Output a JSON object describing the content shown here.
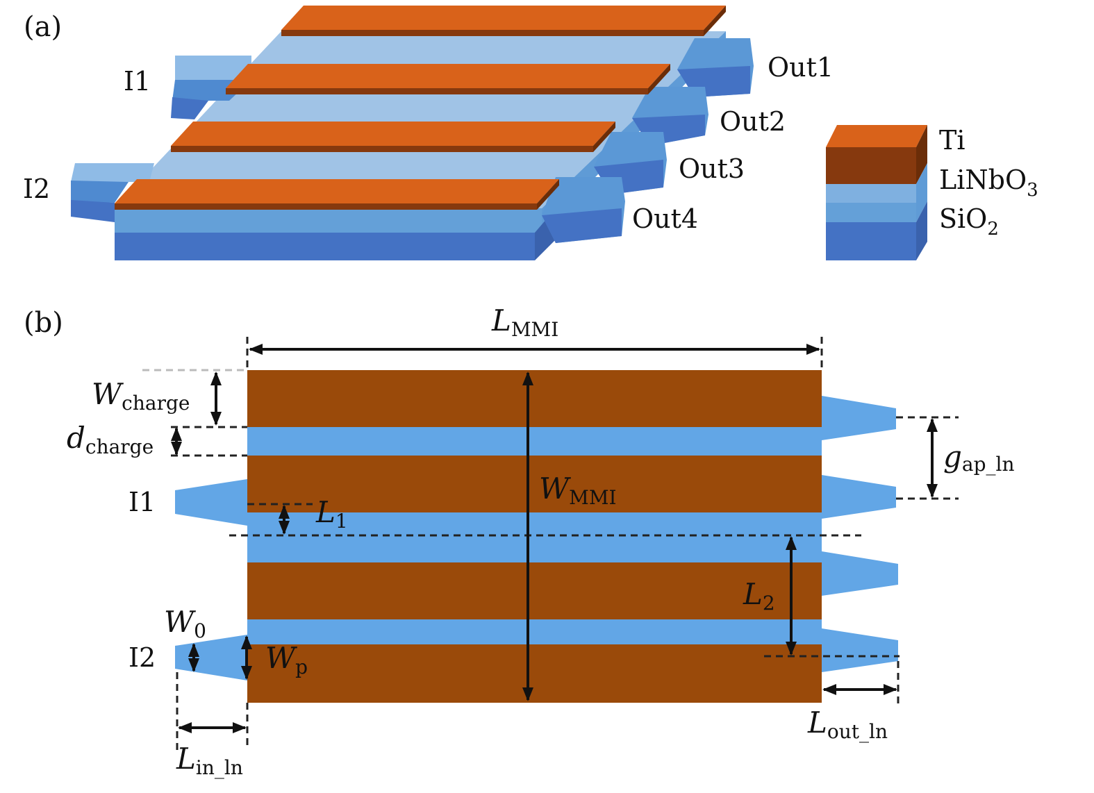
{
  "panel_a": {
    "label": "(a)",
    "inputs": [
      "I1",
      "I2"
    ],
    "outputs": [
      "Out1",
      "Out2",
      "Out3",
      "Out4"
    ],
    "legend": [
      {
        "name": "Ti",
        "sub": "",
        "color": "#d9621a"
      },
      {
        "name": "LiNbO",
        "sub": "3",
        "color": "#7fb0e0"
      },
      {
        "name": "SiO",
        "sub": "2",
        "color": "#4472c4"
      }
    ],
    "colors": {
      "ti_top": "#d9621a",
      "ti_side": "#86390e",
      "linbo3_top": "#a0c3e6",
      "linbo3_side": "#5f9bd6",
      "sio2_side": "#4472c4"
    }
  },
  "panel_b": {
    "label": "(b)",
    "inputs": [
      "I1",
      "I2"
    ],
    "colors": {
      "electrode": "#9a4a0a",
      "waveguide": "#62a6e6"
    },
    "annotations": {
      "L_MMI": {
        "main": "L",
        "sub": "MMI"
      },
      "W_MMI": {
        "main": "W",
        "sub": "MMI"
      },
      "W_charge": {
        "main": "W",
        "sub": "charge"
      },
      "d_charge": {
        "main": "d",
        "sub": "charge"
      },
      "L_1": {
        "main": "L",
        "sub": "1"
      },
      "L_2": {
        "main": "L",
        "sub": "2"
      },
      "W_0": {
        "main": "W",
        "sub": "0"
      },
      "W_p": {
        "main": "W",
        "sub": "p"
      },
      "L_in_ln": {
        "main": "L",
        "sub": "in_ln"
      },
      "L_out_ln": {
        "main": "L",
        "sub": "out_ln"
      },
      "g_ap_ln": {
        "main": "g",
        "sub": "ap_ln"
      }
    }
  }
}
